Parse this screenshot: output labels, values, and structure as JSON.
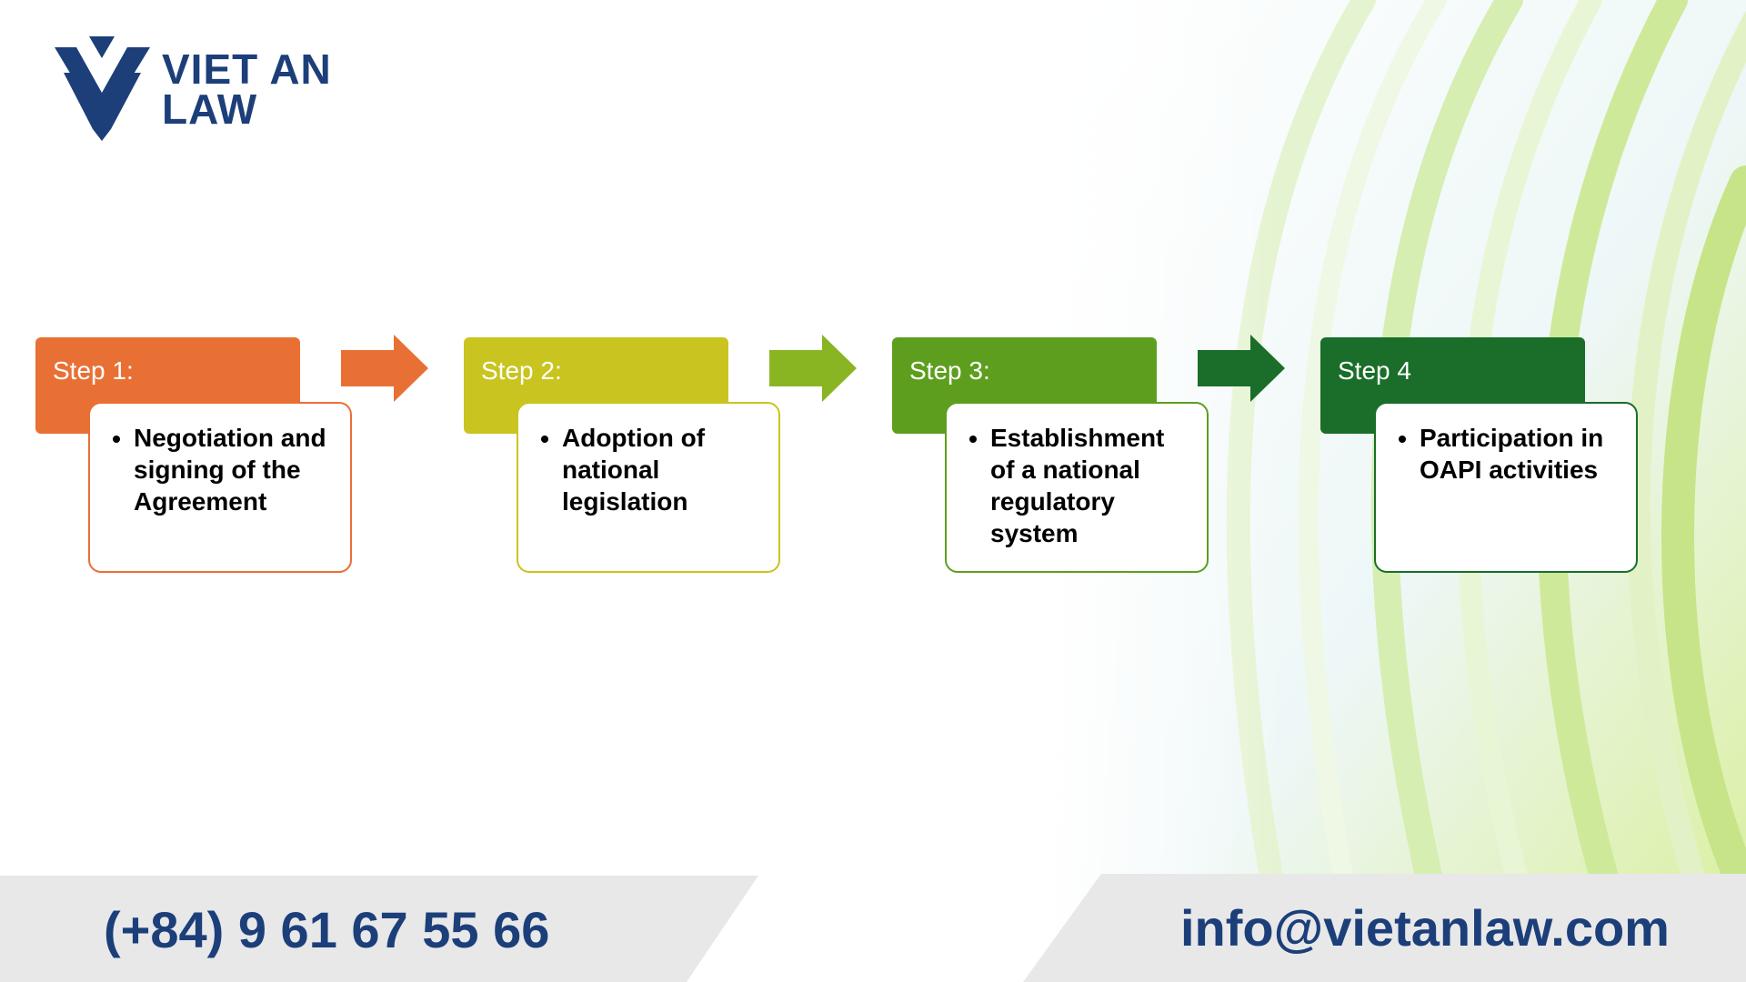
{
  "brand": {
    "line1": "VIET AN",
    "line2": "LAW",
    "color": "#1c3f7a"
  },
  "steps": [
    {
      "label": "Step 1:",
      "text": "Negotiation and signing of the Agreement",
      "color": "#e87035"
    },
    {
      "label": "Step 2:",
      "text": "Adoption of national legislation",
      "color": "#c9c41f"
    },
    {
      "label": "Step 3:",
      "text": "Establishment of a national regulatory system",
      "color": "#5e9e1f"
    },
    {
      "label": "Step 4",
      "text": "Participation in OAPI activities",
      "color": "#1a6e2a"
    }
  ],
  "arrows": [
    {
      "color": "#e87035"
    },
    {
      "color": "#8ab523"
    },
    {
      "color": "#1a6e2a"
    }
  ],
  "footer": {
    "phone": "(+84) 9 61 67 55 66",
    "email": "info@vietanlaw.com"
  }
}
